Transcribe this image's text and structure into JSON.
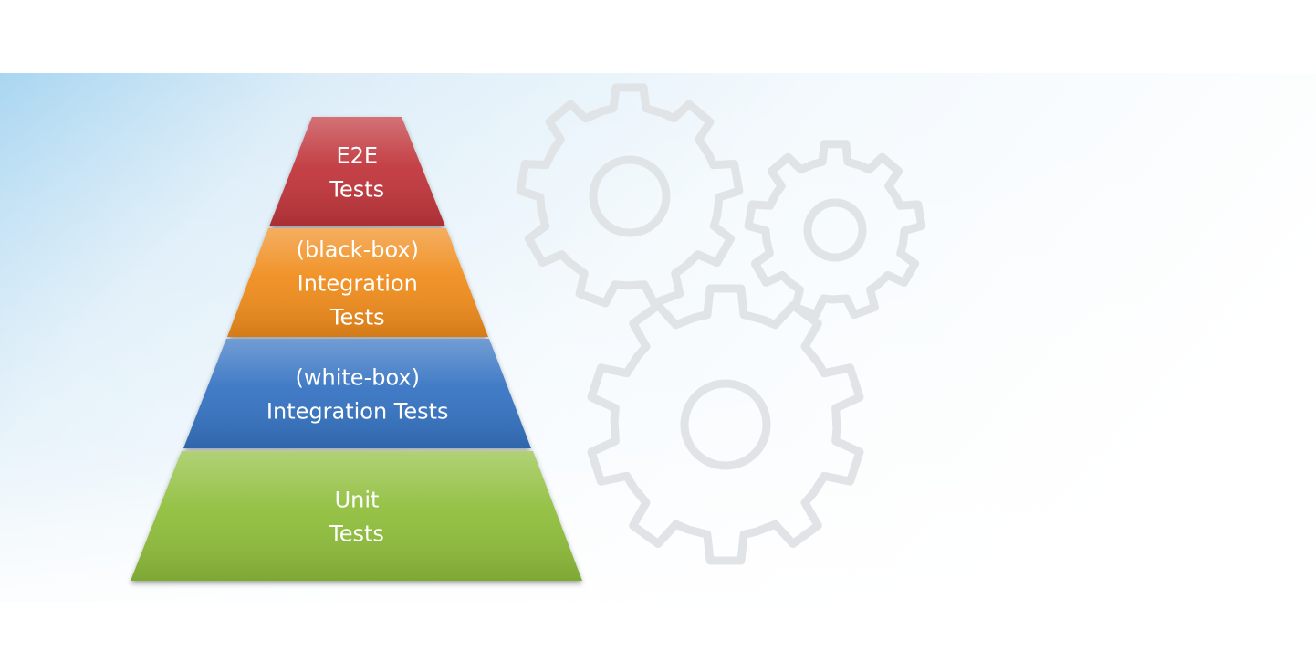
{
  "diagram": {
    "type": "pyramid",
    "tiers": [
      {
        "id": "e2e",
        "lines": [
          "E2E",
          "Tests"
        ],
        "color": "#c0353a"
      },
      {
        "id": "black-box",
        "lines": [
          "(black-box)",
          "Integration",
          "Tests"
        ],
        "color": "#f08c1e"
      },
      {
        "id": "white-box",
        "lines": [
          "(white-box)",
          "Integration Tests"
        ],
        "color": "#3673c2"
      },
      {
        "id": "unit",
        "lines": [
          "Unit",
          "Tests"
        ],
        "color": "#8fbe3a"
      }
    ],
    "background_icons": [
      "gear-icon",
      "gear-icon",
      "gear-icon"
    ]
  }
}
